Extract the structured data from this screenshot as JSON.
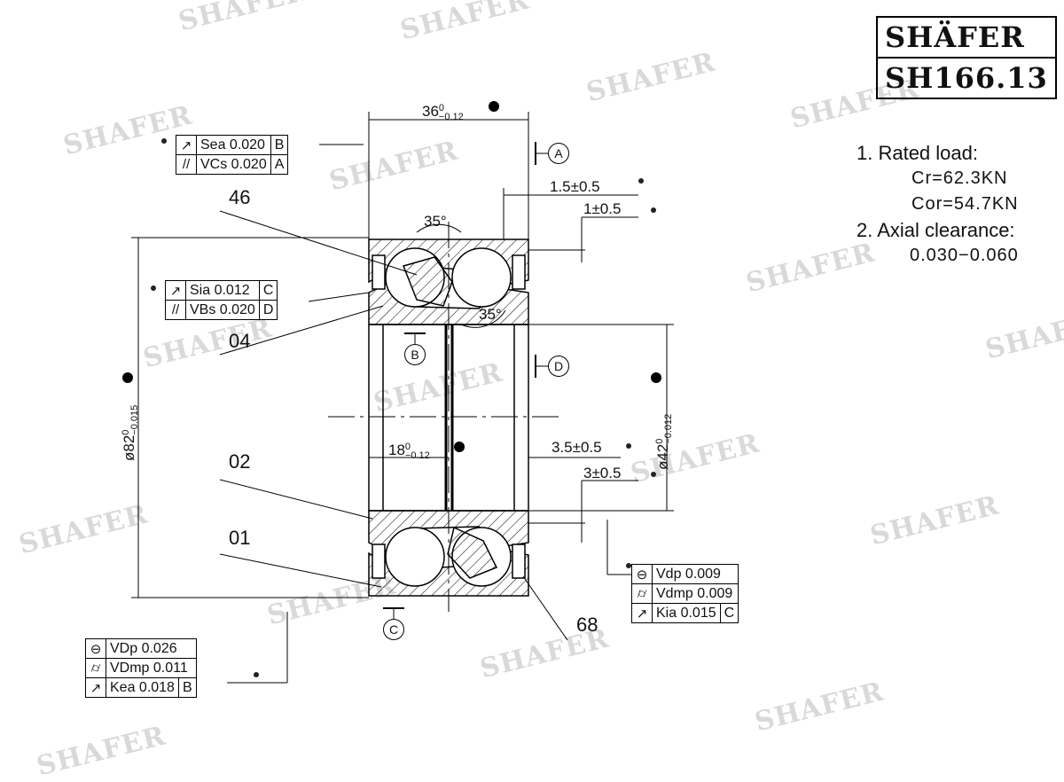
{
  "watermark": "SHAFER",
  "logo": {
    "brand": "SHÄFER",
    "part_number": "SH166.13"
  },
  "notes": {
    "rated_load_title": "1. Rated load:",
    "cr": "Cr=62.3KN",
    "cor": "Cor=54.7KN",
    "axial_title": "2. Axial clearance:",
    "axial_value": "0.030−0.060"
  },
  "part_labels": {
    "p46": "46",
    "p04": "04",
    "p02": "02",
    "p01": "01",
    "p68": "68"
  },
  "dimensions": {
    "width_nom": "36",
    "width_tol_up": "0",
    "width_tol_lo": "−0.12",
    "half_nom": "18",
    "half_tol_up": "0",
    "half_tol_lo": "−0.12",
    "outer_d_nom": "ø82",
    "outer_d_tol_up": "0",
    "outer_d_tol_lo": "−0.015",
    "inner_d_nom": "ø42",
    "inner_d_tol_up": "0",
    "inner_d_tol_lo": "−0.012",
    "d_15": "1.5±0.5",
    "d_1": "1±0.5",
    "d_35": "3.5±0.5",
    "d_3": "3±0.5",
    "angle_top": "35°",
    "angle_bottom": "35°"
  },
  "datums": {
    "a": "A",
    "b": "B",
    "c": "C",
    "d": "D"
  },
  "fcf_sea": [
    {
      "sym": "↗",
      "text": "Sea 0.020",
      "ref": "B"
    },
    {
      "sym": "//",
      "text": "VCs 0.020",
      "ref": "A"
    }
  ],
  "fcf_sia": [
    {
      "sym": "↗",
      "text": "Sia 0.012",
      "ref": "C"
    },
    {
      "sym": "//",
      "text": "VBs 0.020",
      "ref": "D"
    }
  ],
  "fcf_vdp": [
    {
      "sym": "⊖",
      "text": "Vdp 0.009",
      "ref": ""
    },
    {
      "sym": "⌭",
      "text": "Vdmp 0.009",
      "ref": ""
    },
    {
      "sym": "↗",
      "text": "Kia 0.015",
      "ref": "C"
    }
  ],
  "fcf_kea": [
    {
      "sym": "⊖",
      "text": "VDp 0.026",
      "ref": ""
    },
    {
      "sym": "⌭",
      "text": "VDmp 0.011",
      "ref": ""
    },
    {
      "sym": "↗",
      "text": "Kea 0.018",
      "ref": "B"
    }
  ]
}
